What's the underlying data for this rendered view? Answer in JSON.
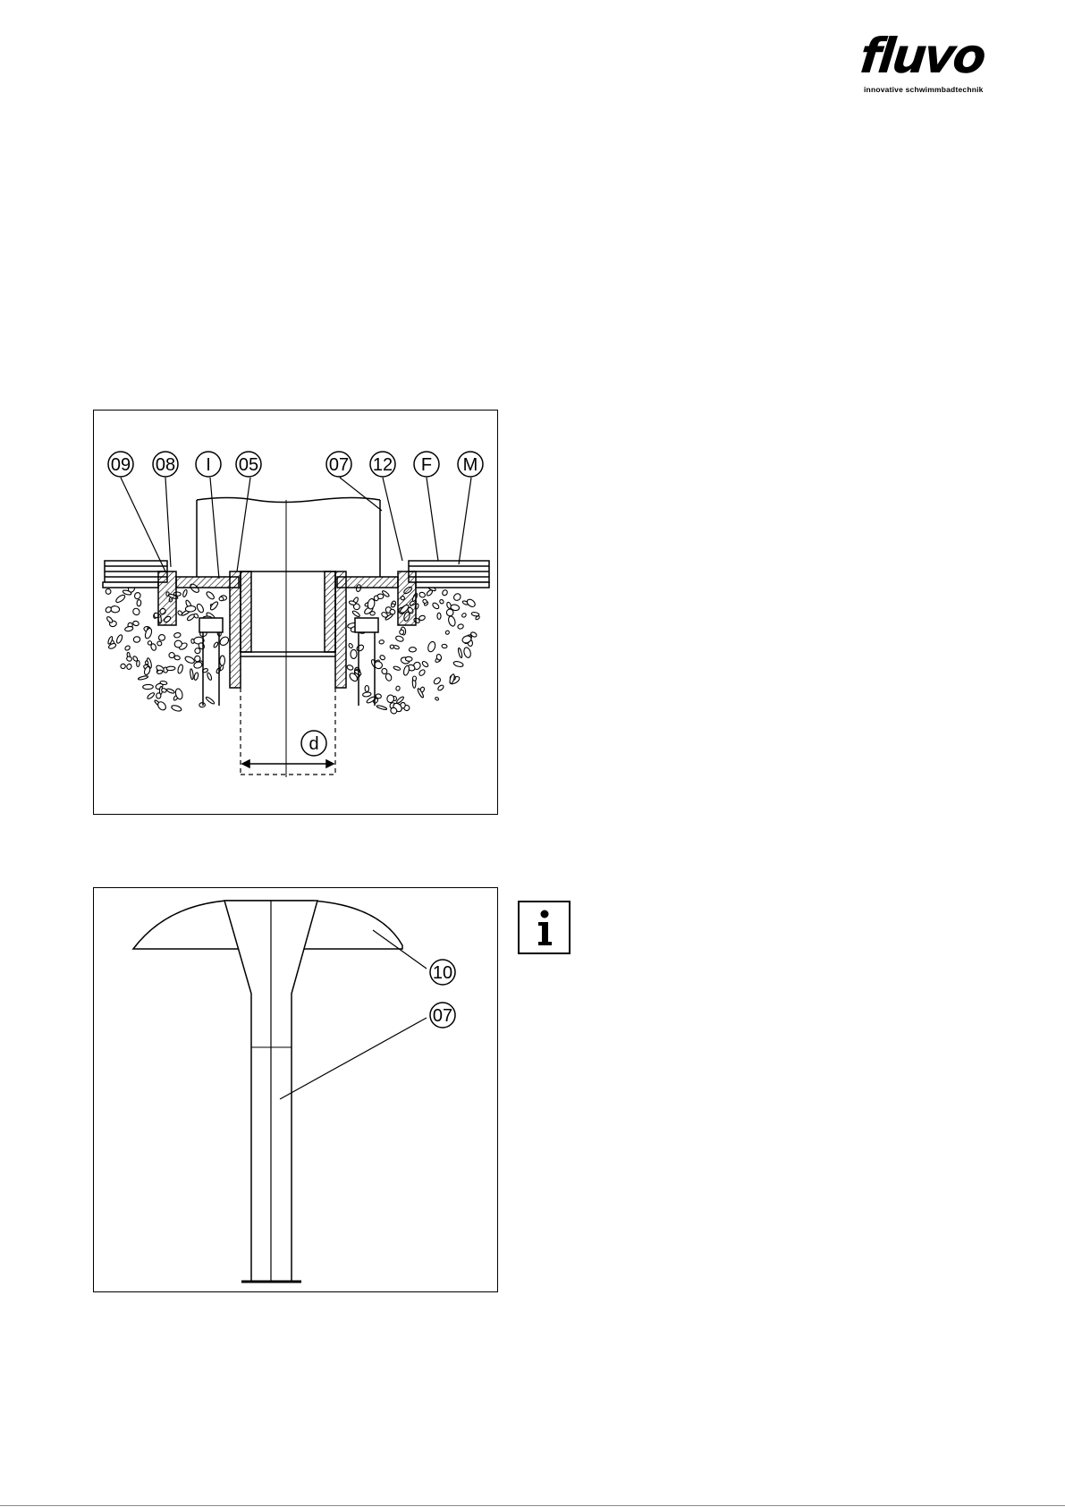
{
  "logo": {
    "wordmark": "fluvo",
    "registered": "®",
    "tagline": "innovative schwimmbadtechnik"
  },
  "figure_1": {
    "callouts": [
      "09",
      "08",
      "I",
      "05",
      "07",
      "12",
      "F",
      "M"
    ],
    "dimension_label": "d"
  },
  "figure_2": {
    "callouts": [
      "10",
      "07"
    ]
  },
  "info_icon": {
    "icon": "info-icon",
    "glyph": "i"
  }
}
